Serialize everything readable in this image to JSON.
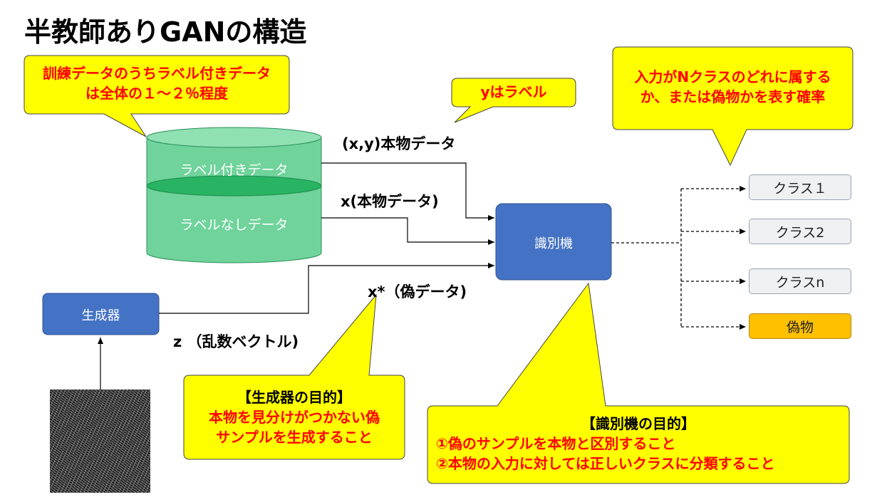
{
  "title": "半教師ありGANの構造",
  "callouts": {
    "labeled_ratio": [
      "訓練データのうちラベル付きデータ",
      "は全体の１～２％程度"
    ],
    "y_label": "yはラベル",
    "output": [
      "入力がNクラスのどれに属する",
      "か、または偽物かを表す確率"
    ],
    "generator_goal_title": "【生成器の目的】",
    "generator_goal": [
      "本物を見分けがつかない偽",
      "サンプルを生成すること"
    ],
    "discriminator_goal_title": "【識別機の目的】",
    "discriminator_goal": [
      "①偽のサンプルを本物と区別すること",
      "②本物の入力に対しては正しいクラスに分類すること"
    ]
  },
  "database": {
    "labeled": "ラベル付きデータ",
    "unlabeled": "ラベルなしデータ"
  },
  "edges": {
    "xy_real": "(x,y)本物データ",
    "x_real": "x(本物データ)",
    "x_fake": "x*（偽データ)",
    "z_noise": "z （乱数ベクトル)"
  },
  "nodes": {
    "generator": "生成器",
    "discriminator": "識別機"
  },
  "classes": [
    "クラス１",
    "クラス2",
    "クラスn",
    "偽物"
  ],
  "colors": {
    "callout_fill": "#ffff00",
    "callout_text": "#ff0000",
    "node_fill": "#4472c4",
    "db_fill": "#6fd39b",
    "db_band": "#28b463",
    "fake_fill": "#ffc000"
  }
}
